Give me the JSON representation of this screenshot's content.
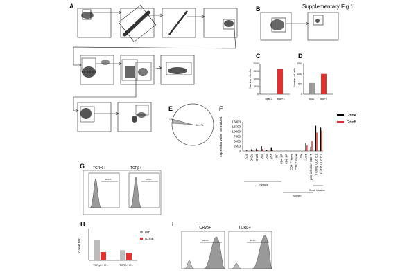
{
  "figure": {
    "title": "Supplementary Fig 1",
    "panel_labels": [
      "A",
      "B",
      "C",
      "D",
      "E",
      "F",
      "G",
      "H",
      "I"
    ]
  },
  "panelC": {
    "ylabel": "Number of cells",
    "categories": [
      "Itgae-/-",
      "Itgae+/-"
    ],
    "values": [
      20,
      1650
    ],
    "ylim": [
      0,
      2000
    ],
    "yticks": [
      "0",
      "500",
      "1000",
      "1500",
      "2000"
    ]
  },
  "panelD": {
    "ylabel": "Number of cells",
    "categories": [
      "Itgo-/-",
      "Itgo+/-"
    ],
    "values": [
      550,
      1000
    ],
    "ylim": [
      0,
      1500
    ],
    "yticks": [
      "0",
      "500",
      "1000",
      "1500"
    ]
  },
  "panelE": {
    "center_value": "98.1%",
    "side_value": "1.9"
  },
  "panelF": {
    "ylabel": "Expression Value Normalized",
    "yticks": [
      "0",
      "2500",
      "5000",
      "7500",
      "10000",
      "12500",
      "15000"
    ],
    "legend": [
      {
        "name": "GzmA",
        "color": "#000000"
      },
      {
        "name": "GzmB",
        "color": "#e03030"
      }
    ],
    "groups": [
      "Thymus",
      "Spleen",
      "Small Intestine"
    ],
    "categories": [
      "DN1",
      "DN2a",
      "DN2b",
      "DN3",
      "DN4",
      "γδT",
      "DP",
      "CD4 SP",
      "CD8 SP",
      "CD4 T Naive",
      "CD8 T Naive",
      "NK",
      "iNKT",
      "post infection CD8 T",
      "TCRαβ CD8 IEL",
      "TCRγδ CD8 IEL"
    ],
    "series": [
      {
        "name": "GzmA",
        "values": [
          300,
          900,
          1200,
          2500,
          600,
          1900,
          0,
          0,
          0,
          0,
          0,
          0,
          4200,
          2200,
          13000,
          12000
        ]
      },
      {
        "name": "GzmB",
        "values": [
          200,
          300,
          600,
          1000,
          300,
          400,
          0,
          0,
          0,
          0,
          0,
          0,
          2800,
          5200,
          9500,
          10500
        ]
      }
    ]
  },
  "panelG": {
    "titles": [
      "TCRγδ+",
      "TCRβ+"
    ],
    "gate": [
      "98.2%",
      "97.6%"
    ]
  },
  "panelH": {
    "ylabel": "GzmB MFI",
    "legend": [
      "WT",
      "GzmB"
    ],
    "categories": [
      "TCRγδ+ IEL",
      "TCRβ+ IEL"
    ],
    "series": [
      {
        "name": "WT",
        "values": [
          640,
          320
        ]
      },
      {
        "name": "GzmB",
        "values": [
          260,
          230
        ]
      }
    ],
    "ylim": [
      0,
      1000
    ]
  },
  "panelI": {
    "titles": [
      "TCRγδ+",
      "TCRβ+"
    ],
    "gate": [
      "99.3%",
      "98.9%"
    ]
  }
}
